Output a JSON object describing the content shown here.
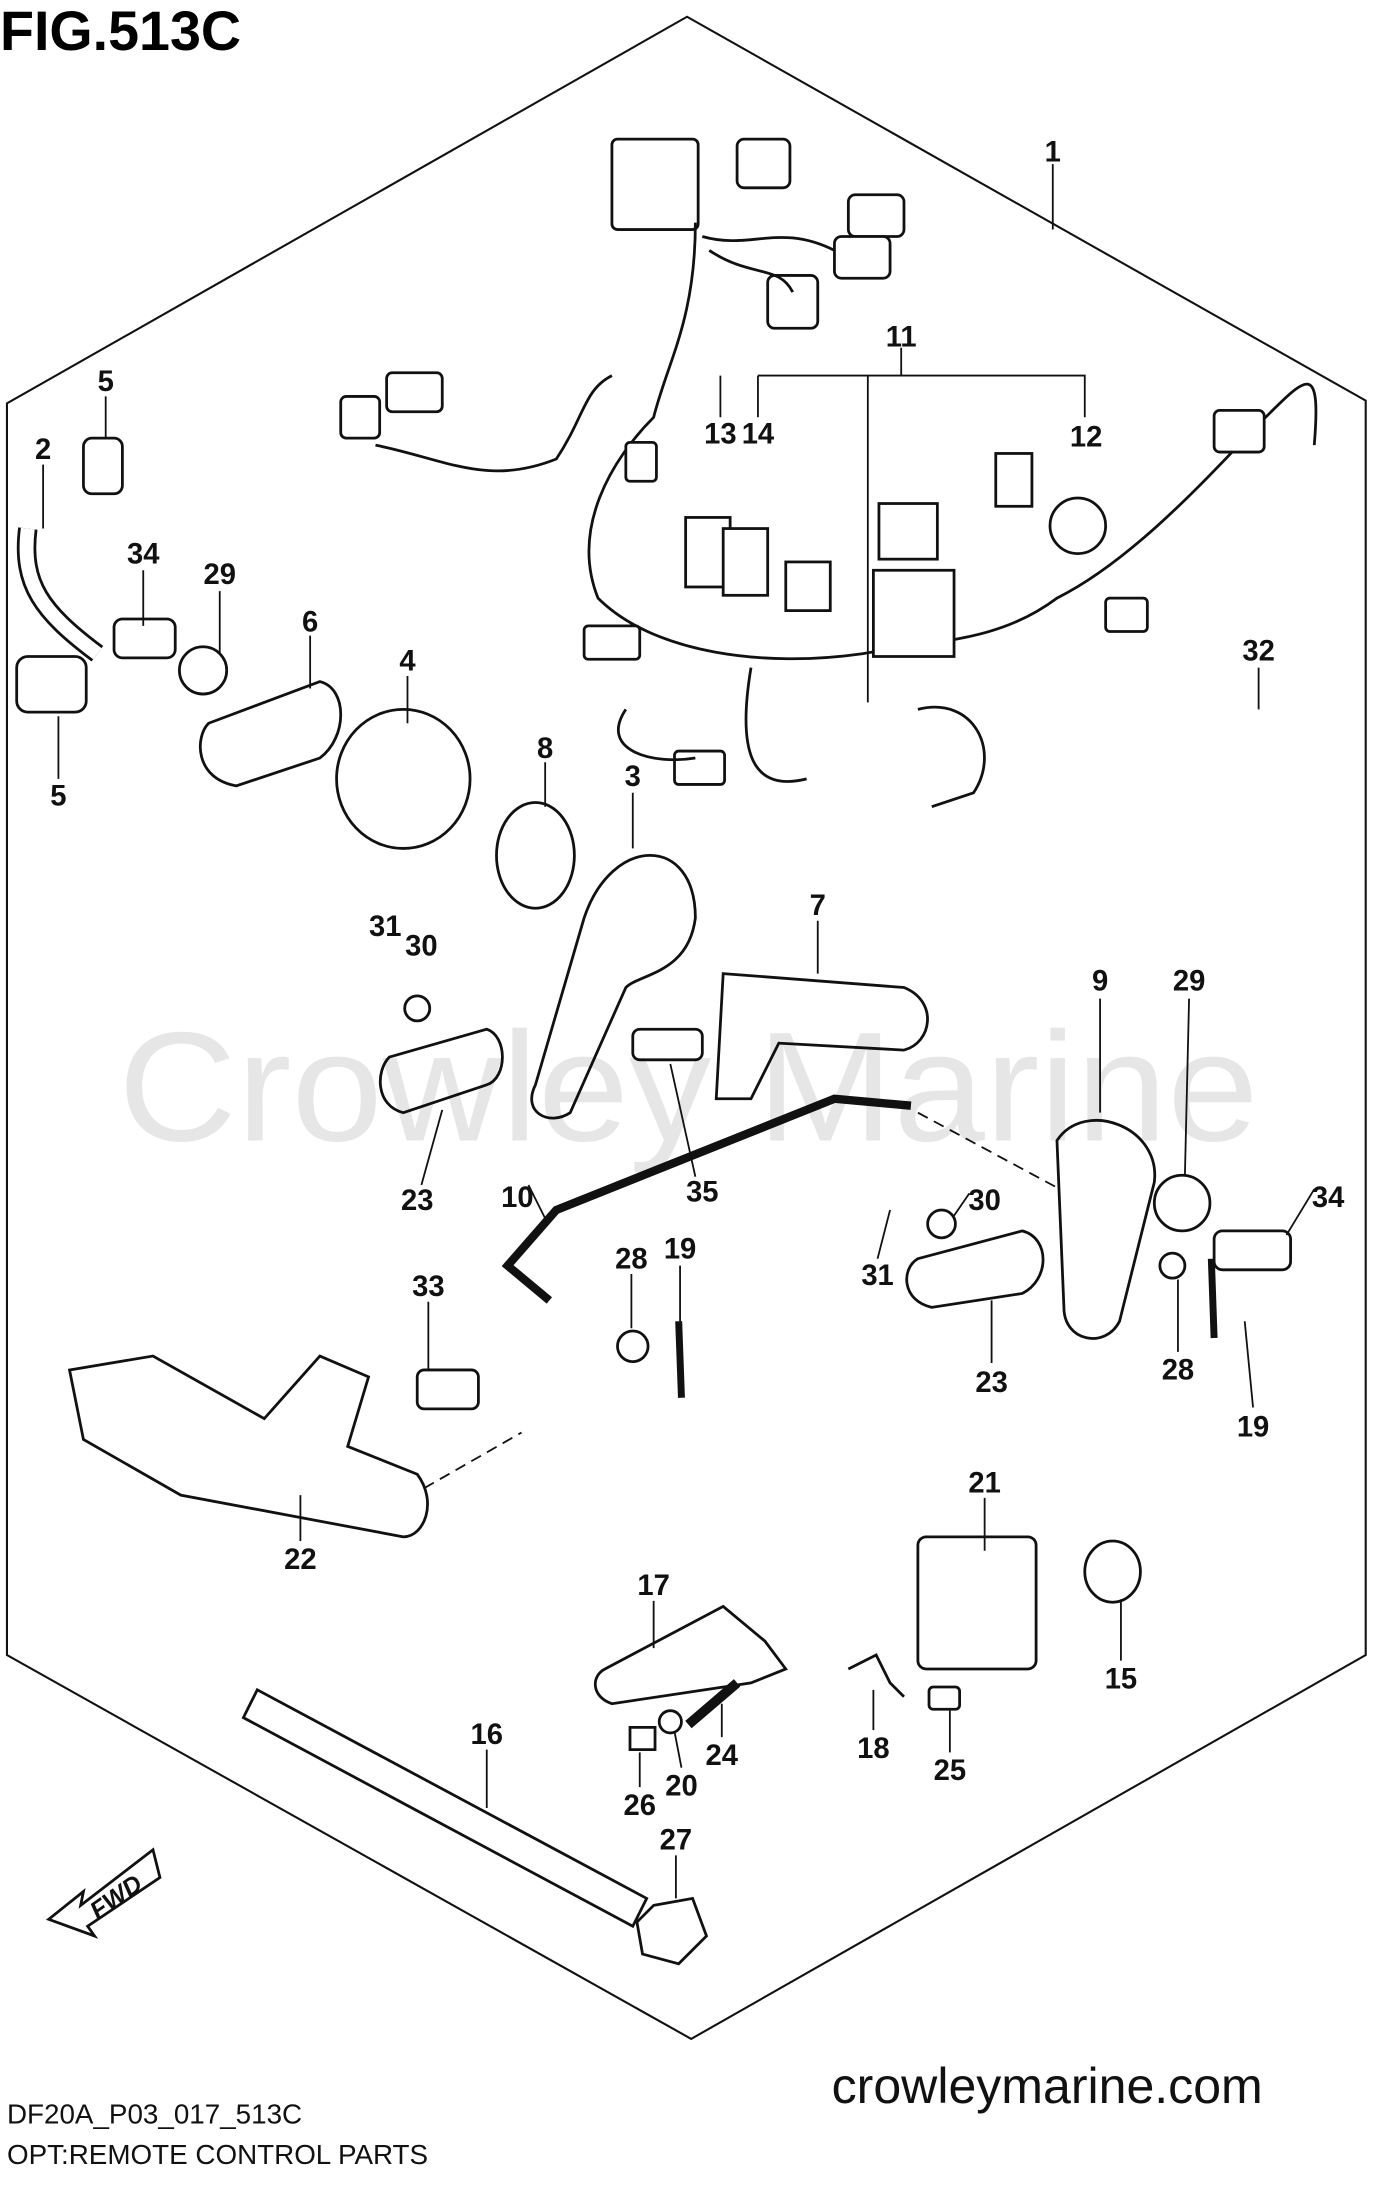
{
  "figure_title": "FIG.513C",
  "watermark": "Crowley Marine",
  "drawing_code": "DF20A_P03_017_513C",
  "caption": "OPT:REMOTE CONTROL PARTS",
  "site": "crowleymarine.com",
  "fwd_label": "FWD",
  "callouts": [
    "1",
    "11",
    "13",
    "14",
    "12",
    "5",
    "2",
    "34",
    "29",
    "6",
    "4",
    "5",
    "32",
    "8",
    "3",
    "7",
    "31",
    "30",
    "9",
    "29",
    "34",
    "23",
    "35",
    "10",
    "30",
    "28",
    "19",
    "31",
    "33",
    "23",
    "28",
    "19",
    "21",
    "22",
    "17",
    "15",
    "16",
    "24",
    "18",
    "25",
    "26",
    "20",
    "27"
  ]
}
